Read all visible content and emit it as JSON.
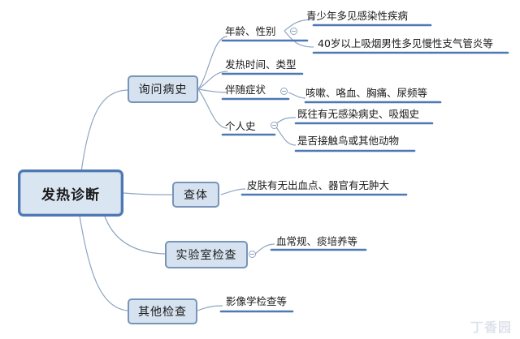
{
  "root": {
    "label": "发热诊断"
  },
  "branches": {
    "history": {
      "label": "询问病史",
      "items": {
        "age_gender": {
          "label": "年龄、性别",
          "children": [
            "青少年多见感染性疾病",
            "40岁以上吸烟男性多见慢性支气管炎等"
          ]
        },
        "fever_time": {
          "label": "发热时间、类型"
        },
        "symptoms": {
          "label": "伴随症状",
          "children": [
            "咳嗽、咯血、胸痛、尿频等"
          ]
        },
        "personal": {
          "label": "个人史",
          "children": [
            "既往有无感染病史、吸烟史",
            "是否接触鸟或其他动物"
          ]
        }
      }
    },
    "exam": {
      "label": "查体",
      "children": [
        "皮肤有无出血点、器官有无肿大"
      ]
    },
    "lab": {
      "label": "实验室检查",
      "children": [
        "血常规、痰培养等"
      ]
    },
    "other": {
      "label": "其他检查",
      "children": [
        "影像学检查等"
      ]
    }
  },
  "watermark": "丁香园",
  "colors": {
    "line": "#8fa6c2",
    "underline": "#4d78b4",
    "node_fill": "#d6e2f0",
    "root_border": "#4d78b4"
  }
}
